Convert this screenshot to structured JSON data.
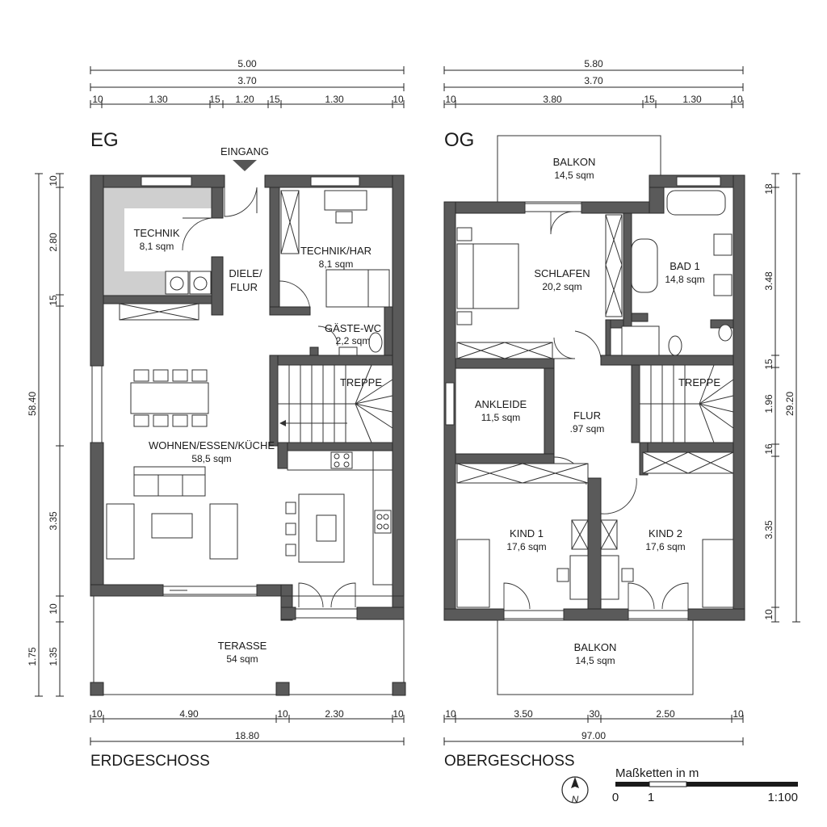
{
  "eg": {
    "label": "EG",
    "title": "ERDGESCHOSS",
    "entrance": "EINGANG",
    "dims_top": {
      "total": "5.00",
      "inner": "3.70",
      "segments": [
        "10",
        "1.30",
        "15",
        "1.20",
        "15",
        "1.30",
        "10"
      ]
    },
    "dims_bottom": {
      "segments": [
        "10",
        "4.90",
        "10",
        "2.30",
        "10"
      ],
      "total": "18.80"
    },
    "dims_left": {
      "total": "58.40",
      "segments": [
        "10",
        "2.80",
        "15",
        "3.35",
        "10"
      ],
      "terrace_outer": "1.75",
      "terrace_inner": "1.35"
    },
    "rooms": {
      "technik": {
        "name": "TECHNIK",
        "area": "8,1 sqm"
      },
      "technik_har": {
        "name": "TECHNIK/HAR",
        "area": "8,1 sqm"
      },
      "diele": {
        "name_line1": "DIELE/",
        "name_line2": "FLUR"
      },
      "gaeste_wc": {
        "name": "GÄSTE-WC",
        "area": "2,2 sqm"
      },
      "treppe": {
        "name": "TREPPE"
      },
      "wohnen": {
        "name": "WOHNEN/ESSEN/KÜCHE",
        "area": "58,5 sqm"
      },
      "terasse": {
        "name": "TERASSE",
        "area": "54 sqm"
      }
    }
  },
  "og": {
    "label": "OG",
    "title": "OBERGESCHOSS",
    "dims_top": {
      "total": "5.80",
      "inner": "3.70",
      "segments": [
        "10",
        "3.80",
        "15",
        "1.30",
        "10"
      ]
    },
    "dims_bottom": {
      "segments": [
        "10",
        "3.50",
        "30",
        "2.50",
        "10"
      ],
      "total": "97.00"
    },
    "dims_right": {
      "total": "29.20",
      "segments": [
        "18",
        "3.48",
        "15",
        "1.96",
        "16",
        "3.35",
        "10"
      ]
    },
    "rooms": {
      "balkon_top": {
        "name": "BALKON",
        "area": "14,5 sqm"
      },
      "schlafen": {
        "name": "SCHLAFEN",
        "area": "20,2 sqm"
      },
      "bad": {
        "name": "BAD 1",
        "area": "14,8 sqm"
      },
      "ankleide": {
        "name": "ANKLEIDE",
        "area": "11,5 sqm"
      },
      "flur": {
        "name": "FLUR",
        "area": ".97 sqm"
      },
      "treppe": {
        "name": "TREPPE"
      },
      "kind1": {
        "name": "KIND 1",
        "area": "17,6 sqm"
      },
      "kind2": {
        "name": "KIND 2",
        "area": "17,6 sqm"
      },
      "balkon_bottom": {
        "name": "BALKON",
        "area": "14,5 sqm"
      }
    }
  },
  "legend": {
    "units_label": "Maßketten in m",
    "scale_start": "0",
    "scale_mark": "1",
    "scale_ratio": "1:100",
    "north": "N"
  }
}
